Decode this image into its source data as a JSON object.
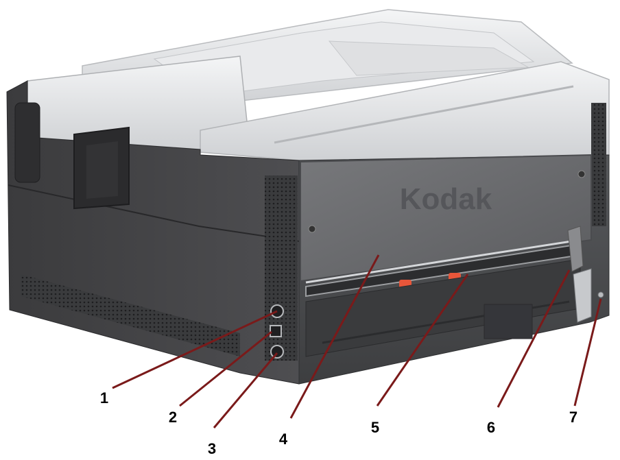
{
  "logo": {
    "text": "Kodak"
  },
  "callouts": [
    {
      "id": "1",
      "label": "1"
    },
    {
      "id": "2",
      "label": "2"
    },
    {
      "id": "3",
      "label": "3"
    },
    {
      "id": "4",
      "label": "4"
    },
    {
      "id": "5",
      "label": "5"
    },
    {
      "id": "6",
      "label": "6"
    },
    {
      "id": "7",
      "label": "7"
    }
  ],
  "colors": {
    "leader": "#7a1a1a",
    "body_dark": "#3a3a3c",
    "body_mid": "#5a5a5d",
    "cover": "#69696c",
    "top_light": "#e6e7e9",
    "roller": "#e8563a"
  },
  "icons": [
    "power-port-icon",
    "usb-port-icon",
    "power-switch-icon",
    "security-lock-icon"
  ]
}
